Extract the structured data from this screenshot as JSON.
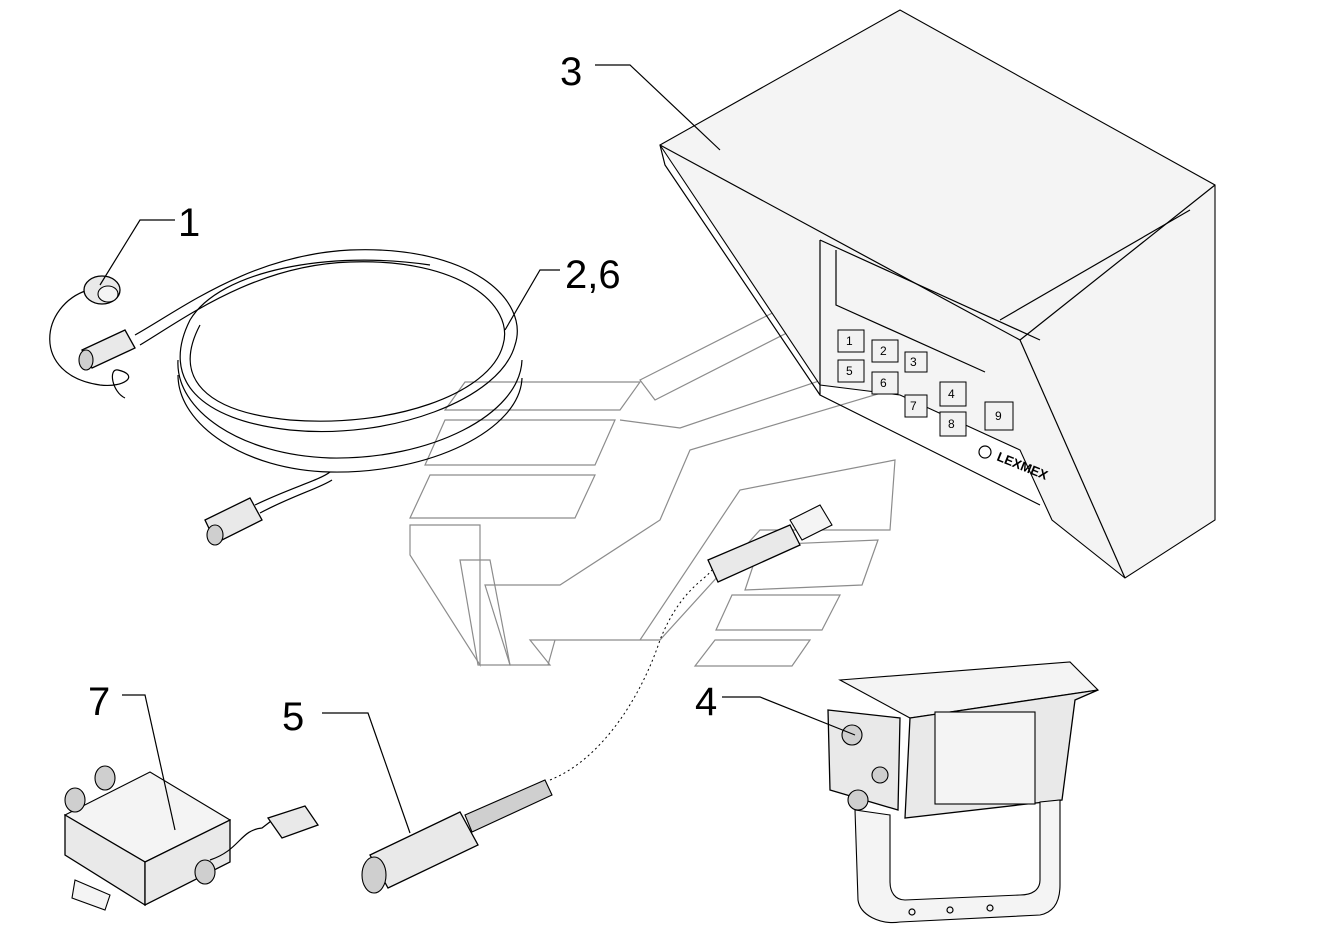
{
  "callouts": {
    "c1": "1",
    "c26": "2,6",
    "c3": "3",
    "c4": "4",
    "c5": "5",
    "c7": "7"
  },
  "monitor": {
    "keys": [
      "1",
      "2",
      "3",
      "4",
      "5",
      "6",
      "7",
      "8",
      "9"
    ],
    "brand": "LEXMEX"
  },
  "icons": {
    "watermark": "company-logo-watermark",
    "cable": "coiled-cable-icon",
    "monitor": "monitor-icon",
    "camera": "camera-icon",
    "connector": "plug-connector-icon",
    "splitter": "splitter-box-icon"
  }
}
